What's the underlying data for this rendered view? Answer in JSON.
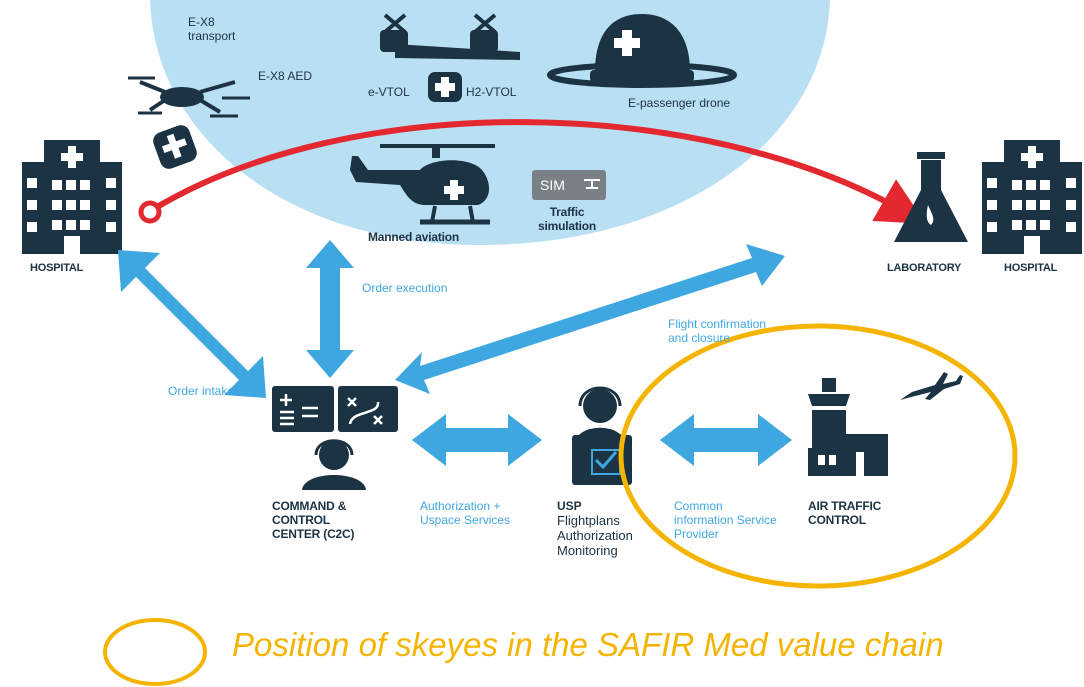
{
  "diagram": {
    "vehicles": {
      "ex8_transport": [
        "E-X8",
        "transport"
      ],
      "ex8_aed": "E-X8 AED",
      "evtol": "e-VTOL",
      "h2vtol": "H2-VTOL",
      "e_passenger_drone": "E-passenger drone",
      "manned_aviation": "Manned aviation",
      "sim_badge": "SIM",
      "traffic_simulation": [
        "Traffic",
        "simulation"
      ]
    },
    "nodes": {
      "hospital_left": "HOSPITAL",
      "laboratory": "LABORATORY",
      "hospital_right": "HOSPITAL",
      "c2c": [
        "COMMAND &",
        "CONTROL",
        "CENTER (C2C)"
      ],
      "usp_title": "USP",
      "usp_lines": [
        "Flightplans",
        "Authorization",
        "Monitoring"
      ],
      "atc": [
        "AIR TRAFFIC",
        "CONTROL"
      ]
    },
    "flows": {
      "order_execution": "Order execution",
      "order_intake": "Order intake",
      "flight_confirmation": [
        "Flight confirmation",
        "and closure"
      ],
      "authorization": [
        "Authorization +",
        "Uspace Services"
      ],
      "common_info": [
        "Common",
        "information Service",
        "Provider"
      ]
    },
    "legend": "Position of skeyes in the SAFIR Med value chain",
    "colors": {
      "dark": "#1c3344",
      "arrow_blue": "#3fa7e0",
      "sky": "#b9dff3",
      "route_red": "#e3282f",
      "highlight": "#f5b400"
    }
  }
}
